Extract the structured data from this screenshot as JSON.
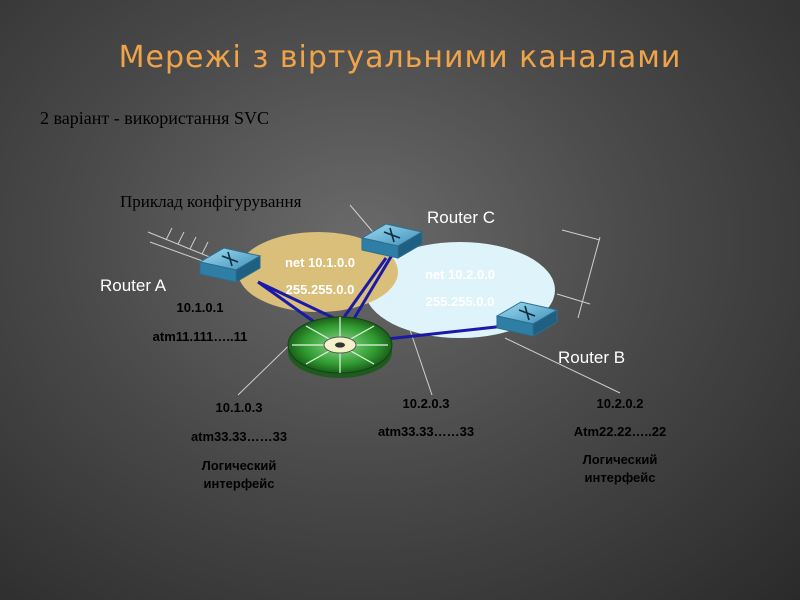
{
  "slide": {
    "title": "Мережі з віртуальними каналами",
    "subtitle": "2 варіант - використання SVC",
    "example_label": "Приклад конфігурування"
  },
  "routers": {
    "a": "Router A",
    "b": "Router B",
    "c": "Router C"
  },
  "networks": {
    "net1": {
      "address": "net 10.1.0.0",
      "mask": "255.255.0.0",
      "color": "#d9bf7a"
    },
    "net2": {
      "address": "net 10.2.0.0",
      "mask": "255.255.0.0",
      "color": "#dff4fa"
    }
  },
  "labels": {
    "router_a_ip": "10.1.0.1",
    "router_a_atm": "atm11.111…..11",
    "router_c_ip1": "10.1.0.3",
    "router_c_atm1": "atm33.33……33",
    "router_c_logical": [
      "Логический",
      "интерфейс"
    ],
    "router_c_ip2": "10.2.0.3",
    "router_c_atm2": "atm33.33……33",
    "router_b_ip": "10.2.0.2",
    "router_b_atm": "Atm22.22…..22",
    "router_b_logical": [
      "Логический",
      "интерфейс"
    ]
  },
  "colors": {
    "title": "#f0a44a",
    "link": "#1a1aa8",
    "switch_green": "#2d8a2d",
    "router_blue": "#5aaed0"
  }
}
